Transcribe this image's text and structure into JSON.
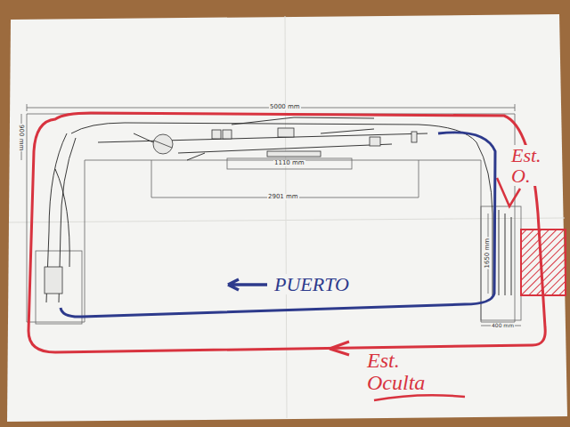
{
  "diagram": {
    "labels": [
      "5000 mm",
      "900 mm",
      "1110 mm",
      "2901 mm",
      "1650 mm",
      "400 mm",
      "Est. O.",
      "PUERTO",
      "Est. Oculta"
    ]
  }
}
